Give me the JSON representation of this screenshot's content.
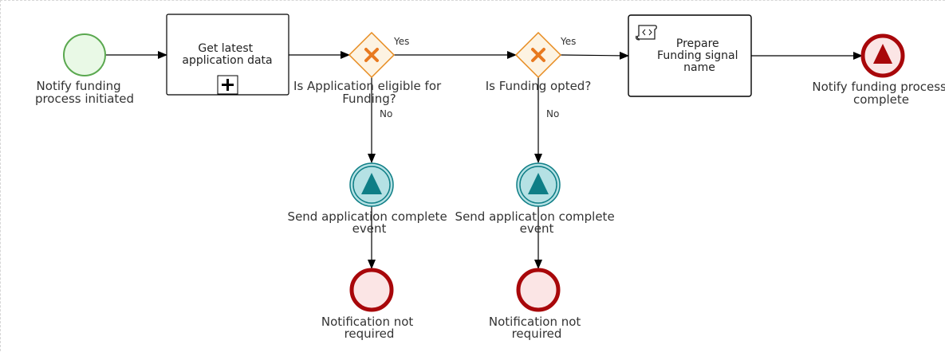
{
  "nodes": {
    "start": {
      "label_lines": [
        "Notify funding",
        "process initiated"
      ]
    },
    "get_data": {
      "label_lines": [
        "Get latest",
        "application data"
      ],
      "marker_icon": "plus-icon"
    },
    "gw_eligible": {
      "label_lines": [
        "Is Application eligible for",
        "Funding?"
      ],
      "marker_icon": "x-icon"
    },
    "gw_funding": {
      "label_lines": [
        "Is Funding opted?"
      ],
      "marker_icon": "x-icon"
    },
    "prepare": {
      "label_lines": [
        "Prepare",
        "Funding signal",
        "name"
      ],
      "marker_icon": "script-icon"
    },
    "end_complete": {
      "label_lines": [
        "Notify funding process",
        "complete"
      ],
      "marker_icon": "signal-triangle-icon"
    },
    "send1": {
      "label_lines": [
        "Send application complete",
        "event"
      ],
      "marker_icon": "signal-triangle-icon"
    },
    "send2": {
      "label_lines": [
        "Send application complete",
        "event"
      ],
      "marker_icon": "signal-triangle-icon"
    },
    "end1": {
      "label_lines": [
        "Notification not",
        "required"
      ]
    },
    "end2": {
      "label_lines": [
        "Notification not",
        "required"
      ]
    }
  },
  "edges": {
    "yes1": "Yes",
    "no1": "No",
    "yes2": "Yes",
    "no2": "No"
  },
  "colors": {
    "start_fill": "#e9f9e6",
    "start_stroke": "#5aa84f",
    "gateway_fill": "#fdf3e2",
    "gateway_stroke": "#e78b1f",
    "gateway_mark": "#e8791f",
    "intermediate_fill": "#b5e1e4",
    "intermediate_stroke": "#0e7e86",
    "intermediate_mark": "#0e7e86",
    "end_fill": "#fbe5e5",
    "end_stroke": "#a8070a",
    "end_mark": "#a8070a"
  }
}
